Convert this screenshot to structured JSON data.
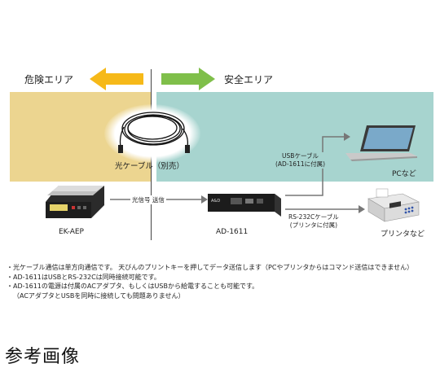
{
  "zones": {
    "danger_label": "危険エリア",
    "safe_label": "安全エリア",
    "danger_arrow_color": "#f6b919",
    "safe_arrow_color": "#7fbf4a"
  },
  "devices": {
    "cable_label": "光ケーブル（別売）",
    "scale_label": "EK-AEP",
    "converter_label": "AD-1611",
    "pc_label": "PCなど",
    "printer_label": "プリンタなど"
  },
  "connections": {
    "optical_send": "光信号 送信",
    "usb_cable_line1": "USBケーブル",
    "usb_cable_line2": "(AD-1611に付属)",
    "rs232_line1": "RS-232Cケーブル",
    "rs232_line2": "(プリンタに付属)"
  },
  "notes": [
    "・光ケーブル通信は単方向通信です。 天びんのプリントキーを押してデータ送信します（PCやプリンタからはコマンド送信はできません）",
    "・AD-1611はUSBとRS-232Cは同時接続可能です。",
    "・AD-1611の電源は付属のACアダプタ、もしくはUSBから給電することも可能です。",
    "（ACアダプタとUSBを同時に接続しても問題ありません）"
  ],
  "reference_title": "参考画像"
}
